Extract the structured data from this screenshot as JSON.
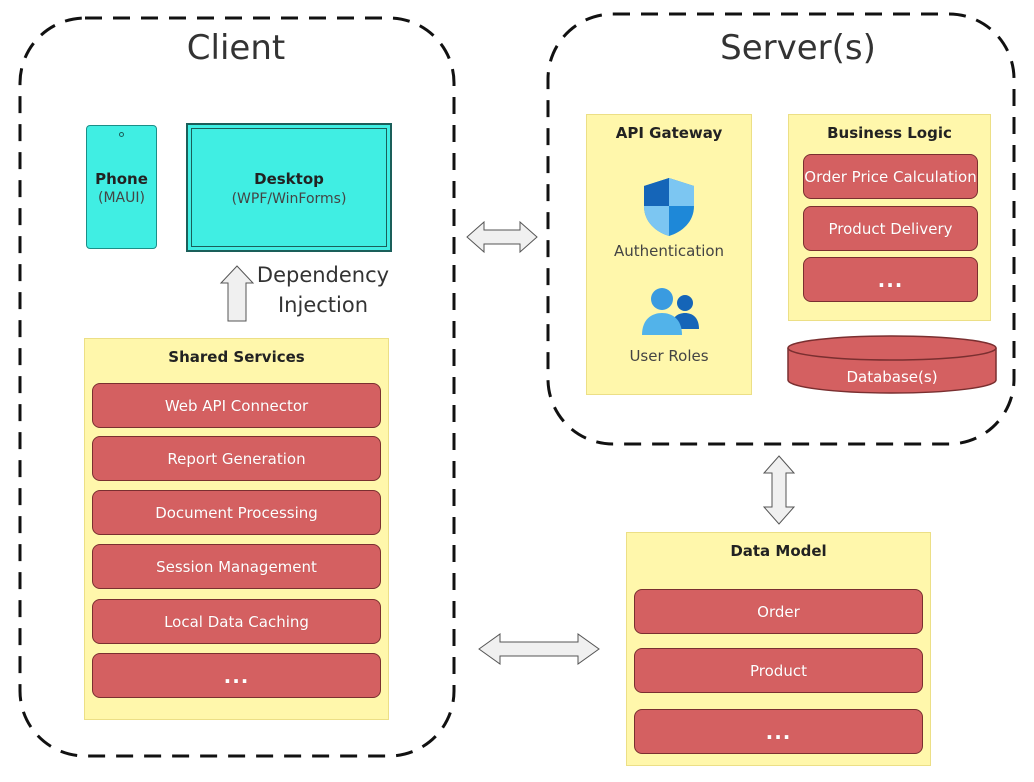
{
  "client": {
    "title": "Client",
    "phone": {
      "title": "Phone",
      "subtitle": "(MAUI)"
    },
    "desktop": {
      "title": "Desktop",
      "subtitle": "(WPF/WinForms)"
    },
    "dependency_injection": {
      "line1": "Dependency",
      "line2": "Injection"
    },
    "shared_services": {
      "title": "Shared Services",
      "items": [
        "Web API Connector",
        "Report Generation",
        "Document Processing",
        "Session Management",
        "Local Data Caching",
        "..."
      ]
    }
  },
  "server": {
    "title": "Server(s)",
    "api_gateway": {
      "title": "API Gateway",
      "authentication": "Authentication",
      "user_roles": "User Roles"
    },
    "business_logic": {
      "title": "Business Logic",
      "items": [
        "Order Price Calculation",
        "Product Delivery",
        "..."
      ]
    },
    "database": "Database(s)"
  },
  "data_model": {
    "title": "Data Model",
    "items": [
      "Order",
      "Product",
      "..."
    ]
  },
  "colors": {
    "service_fill": "#d46061",
    "panel_fill": "#fff7ab",
    "device_fill": "#40eee3",
    "arrow_fill": "#f0f0f0"
  },
  "icons": {
    "authentication": "shield-icon",
    "user_roles": "users-icon"
  }
}
